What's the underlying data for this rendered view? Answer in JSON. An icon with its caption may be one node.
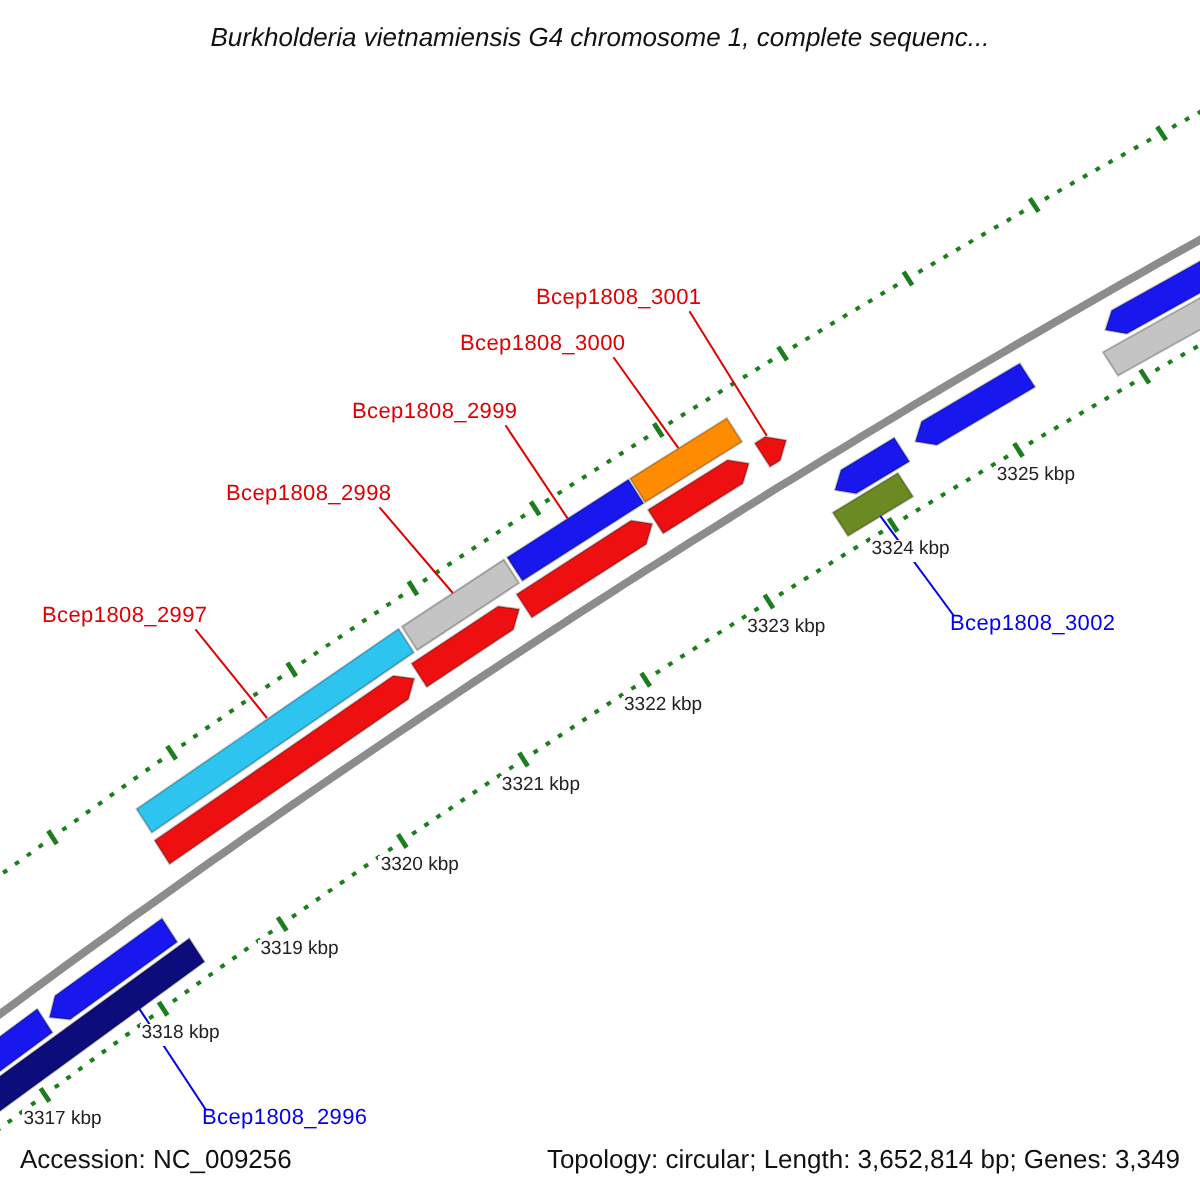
{
  "diagram": {
    "title": "Burkholderia vietnamiensis G4 chromosome 1, complete sequenc...",
    "nodes": [
      {
        "text": [
          "Bcep1808_2997"
        ]
      },
      {
        "text": [
          "Bcep1808_2998"
        ]
      },
      {
        "text": [
          "Bcep1808_2999"
        ]
      },
      {
        "text": [
          "Bcep1808_3000"
        ]
      },
      {
        "text": [
          "Bcep1808_3001"
        ]
      },
      {
        "text": [
          "Bcep1808_3002"
        ]
      },
      {
        "text": [
          "Bcep1808_2996"
        ]
      },
      {
        "text": [],
        "shape": "bar"
      },
      {
        "text": [],
        "shape": "bar"
      },
      {
        "text": [],
        "shape": "bar"
      },
      {
        "text": [],
        "shape": "bar"
      },
      {
        "text": [],
        "shape": "bar"
      },
      {
        "text": [],
        "shape": "bar"
      },
      {
        "text": [],
        "shape": "bar"
      },
      {
        "text": [],
        "shape": "bar"
      },
      {
        "text": [],
        "shape": "bar"
      },
      {
        "text": [],
        "shape": "bar"
      },
      {
        "text": [],
        "shape": "bar"
      },
      {
        "text": [],
        "shape": "bar"
      },
      {
        "text": [],
        "shape": "bar"
      },
      {
        "text": [],
        "shape": "bar"
      },
      {
        "text": [],
        "shape": "bar"
      },
      {
        "text": [],
        "shape": "bar"
      },
      {
        "text": [],
        "shape": "bar"
      }
    ],
    "edges": [
      {
        "from": 0,
        "to": 7,
        "arrow": "none"
      },
      {
        "from": 1,
        "to": 8,
        "arrow": "none"
      },
      {
        "from": 2,
        "to": 9,
        "arrow": "none"
      },
      {
        "from": 3,
        "to": 10,
        "arrow": "none"
      },
      {
        "from": 4,
        "to": 11,
        "arrow": "none"
      },
      {
        "from": 5,
        "to": 12,
        "arrow": "none",
        "color": "#0000ee"
      },
      {
        "from": 6,
        "to": 13,
        "arrow": "none",
        "color": "#0000ee"
      }
    ],
    "labels": [
      "3325 kbp",
      "3324 kbp",
      "3323 kbp",
      "3322 kbp",
      "3321 kbp",
      "3320 kbp",
      "3319 kbp",
      "3318 kbp",
      "3317 kbp",
      "Accession: NC_009256",
      "Topology: circular; Length: 3,652,814 bp; Genes: 3,349"
    ]
  }
}
